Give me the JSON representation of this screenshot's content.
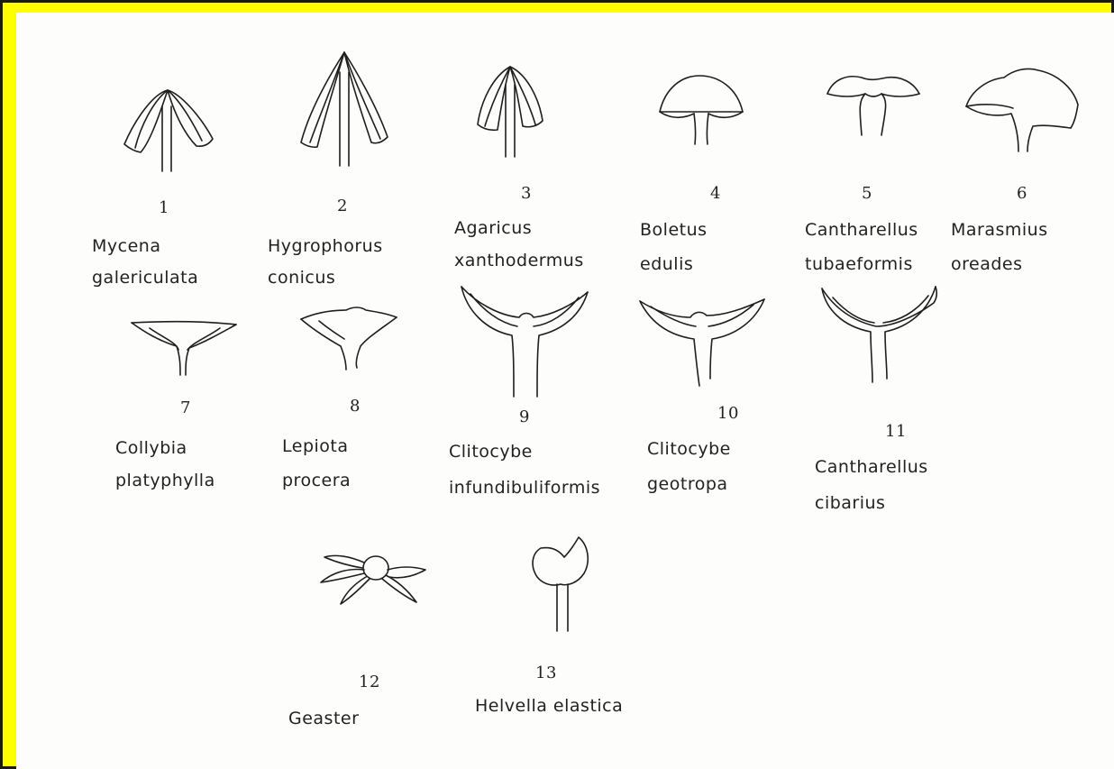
{
  "specimens": [
    {
      "number": "1",
      "name_line1": "Mycena",
      "name_line2": "galericulata",
      "shape": "mycena-icon"
    },
    {
      "number": "2",
      "name_line1": "Hygrophorus",
      "name_line2": "conicus",
      "shape": "hygrophorus-icon"
    },
    {
      "number": "3",
      "name_line1": "Agaricus",
      "name_line2": "xanthodermus",
      "shape": "agaricus-icon"
    },
    {
      "number": "4",
      "name_line1": "Boletus",
      "name_line2": "edulis",
      "shape": "boletus-icon"
    },
    {
      "number": "5",
      "name_line1": "Cantharellus",
      "name_line2": "tubaeformis",
      "shape": "cantharellus-tubaeformis-icon"
    },
    {
      "number": "6",
      "name_line1": "Marasmius",
      "name_line2": "oreades",
      "shape": "marasmius-icon"
    },
    {
      "number": "7",
      "name_line1": "Collybia",
      "name_line2": "platyphylla",
      "shape": "collybia-icon"
    },
    {
      "number": "8",
      "name_line1": "Lepiota",
      "name_line2": "procera",
      "shape": "lepiota-icon"
    },
    {
      "number": "9",
      "name_line1": "Clitocybe",
      "name_line2": "infundibuliformis",
      "shape": "clitocybe-infundibuliformis-icon"
    },
    {
      "number": "10",
      "name_line1": "Clitocybe",
      "name_line2": "geotropa",
      "shape": "clitocybe-geotropa-icon"
    },
    {
      "number": "11",
      "name_line1": "Cantharellus",
      "name_line2": "cibarius",
      "shape": "cantharellus-cibarius-icon"
    },
    {
      "number": "12",
      "name_line1": "Geaster",
      "shape": "geaster-icon"
    },
    {
      "number": "13",
      "name_line1": "Helvella elastica",
      "shape": "helvella-icon"
    }
  ],
  "colors": {
    "frame": "#ffff00",
    "border": "#1a1a1a",
    "paper": "#fdfdfb",
    "ink": "#1e1e1e"
  }
}
